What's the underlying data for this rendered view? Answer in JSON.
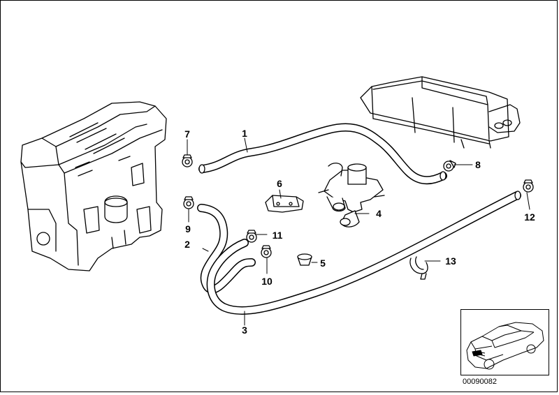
{
  "diagram": {
    "catalog_number": "00090082",
    "callouts": [
      {
        "id": "1",
        "text": "1"
      },
      {
        "id": "2",
        "text": "2"
      },
      {
        "id": "3",
        "text": "3"
      },
      {
        "id": "4",
        "text": "4"
      },
      {
        "id": "5",
        "text": "5"
      },
      {
        "id": "6",
        "text": "6"
      },
      {
        "id": "7",
        "text": "7"
      },
      {
        "id": "8",
        "text": "8"
      },
      {
        "id": "9",
        "text": "9"
      },
      {
        "id": "10",
        "text": "10"
      },
      {
        "id": "11",
        "text": "11"
      },
      {
        "id": "12",
        "text": "12"
      },
      {
        "id": "13",
        "text": "13"
      }
    ]
  }
}
